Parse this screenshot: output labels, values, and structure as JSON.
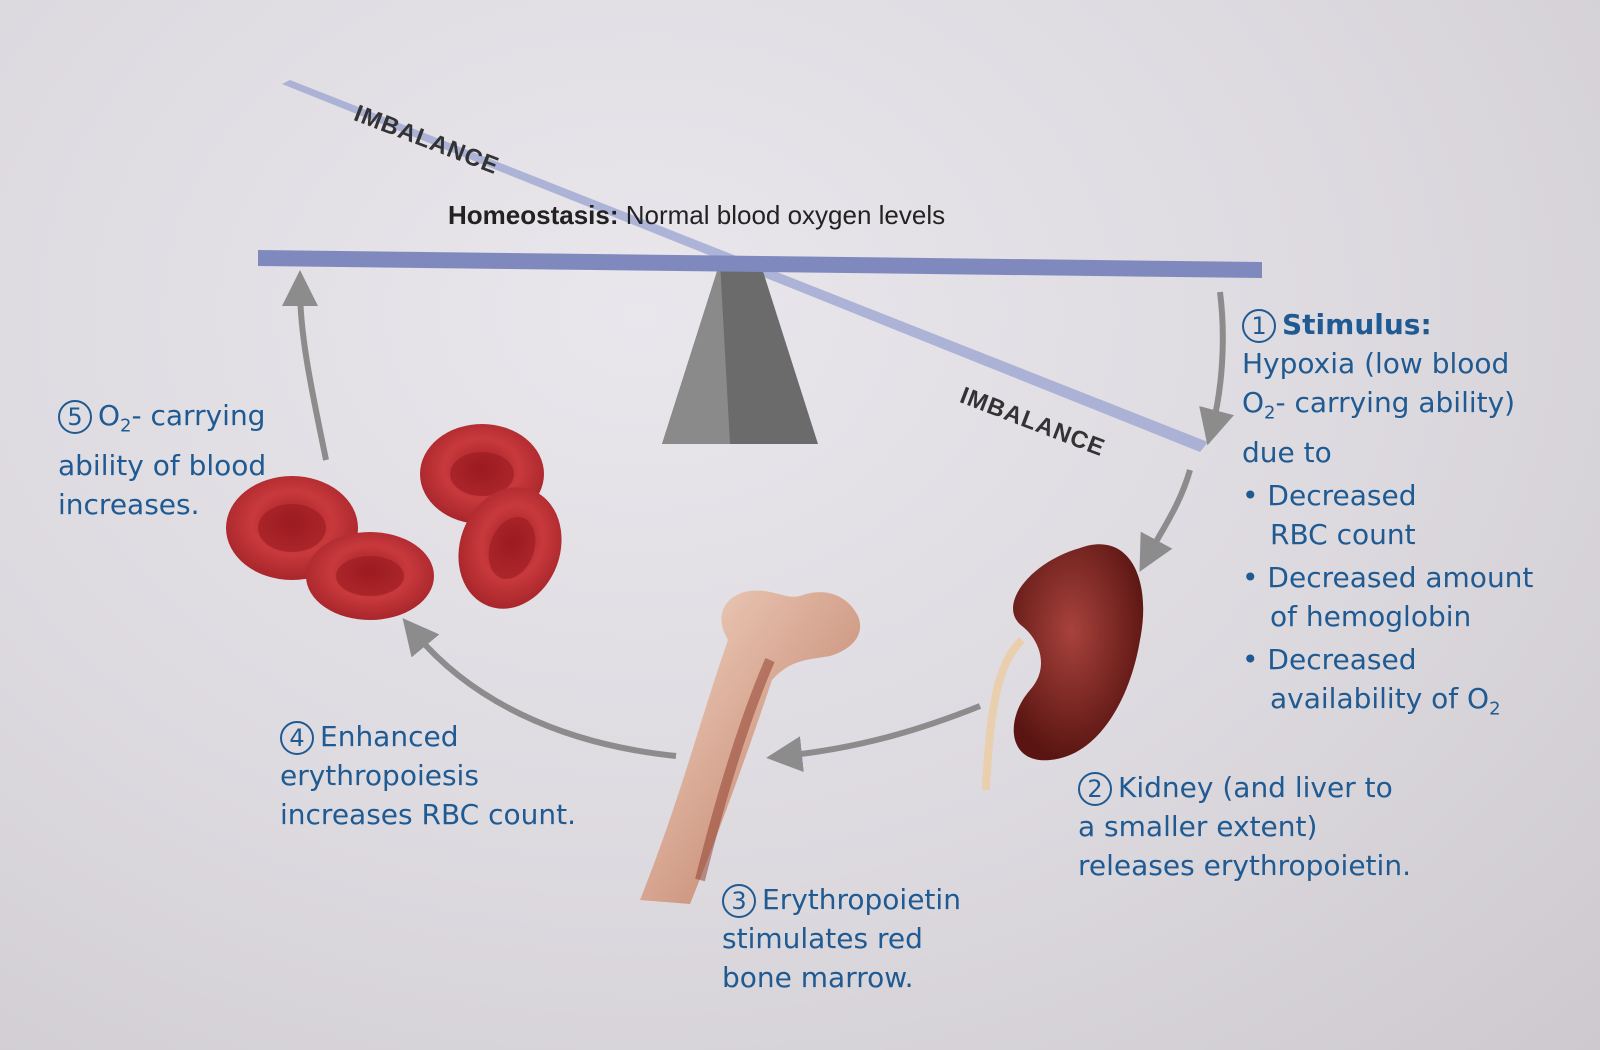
{
  "title": {
    "bold": "Homeostasis:",
    "text": "Normal blood oxygen levels"
  },
  "imbalance_top": "IMBALANCE",
  "imbalance_bottom": "IMBALANCE",
  "step1": {
    "number": "1",
    "heading": "Stimulus:",
    "line1": "Hypoxia (low blood",
    "line2a": "O",
    "line2sub": "2",
    "line2b": "- carrying ability)",
    "line3": "due to",
    "bullets": [
      {
        "l1": "Decreased",
        "l2": "RBC count"
      },
      {
        "l1": "Decreased amount",
        "l2": "of hemoglobin"
      },
      {
        "l1": "Decreased",
        "l2a": "availability of O",
        "l2sub": "2"
      }
    ]
  },
  "step2": {
    "number": "2",
    "line1": "Kidney (and liver to",
    "line2": "a smaller extent)",
    "line3": "releases erythropoietin."
  },
  "step3": {
    "number": "3",
    "line1": "Erythropoietin",
    "line2": "stimulates red",
    "line3": "bone marrow."
  },
  "step4": {
    "number": "4",
    "line1": "Enhanced",
    "line2": "erythropoiesis",
    "line3": "increases RBC count."
  },
  "step5": {
    "number": "5",
    "line1a": "O",
    "line1sub": "2",
    "line1b": "- carrying",
    "line2": "ability of blood",
    "line3": "increases."
  },
  "colors": {
    "label_blue": "#1f5a92",
    "beam": "#8d97c8",
    "rbc": "#b8282d",
    "kidney": "#7a1f1c",
    "arrow": "#8c8c8c"
  }
}
